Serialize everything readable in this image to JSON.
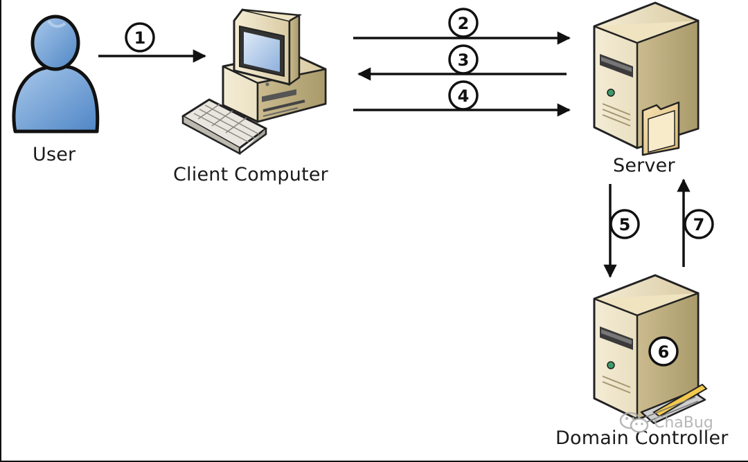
{
  "labels": {
    "user": "User",
    "client": "Client Computer",
    "server": "Server",
    "dc": "Domain Controller"
  },
  "steps": {
    "s1": "1",
    "s2": "2",
    "s3": "3",
    "s4": "4",
    "s5": "5",
    "s6": "6",
    "s7": "7"
  },
  "watermark": "ChaBug",
  "icons": [
    "user-icon",
    "client-computer-icon",
    "server-icon",
    "domain-controller-icon",
    "wechat-icon"
  ]
}
